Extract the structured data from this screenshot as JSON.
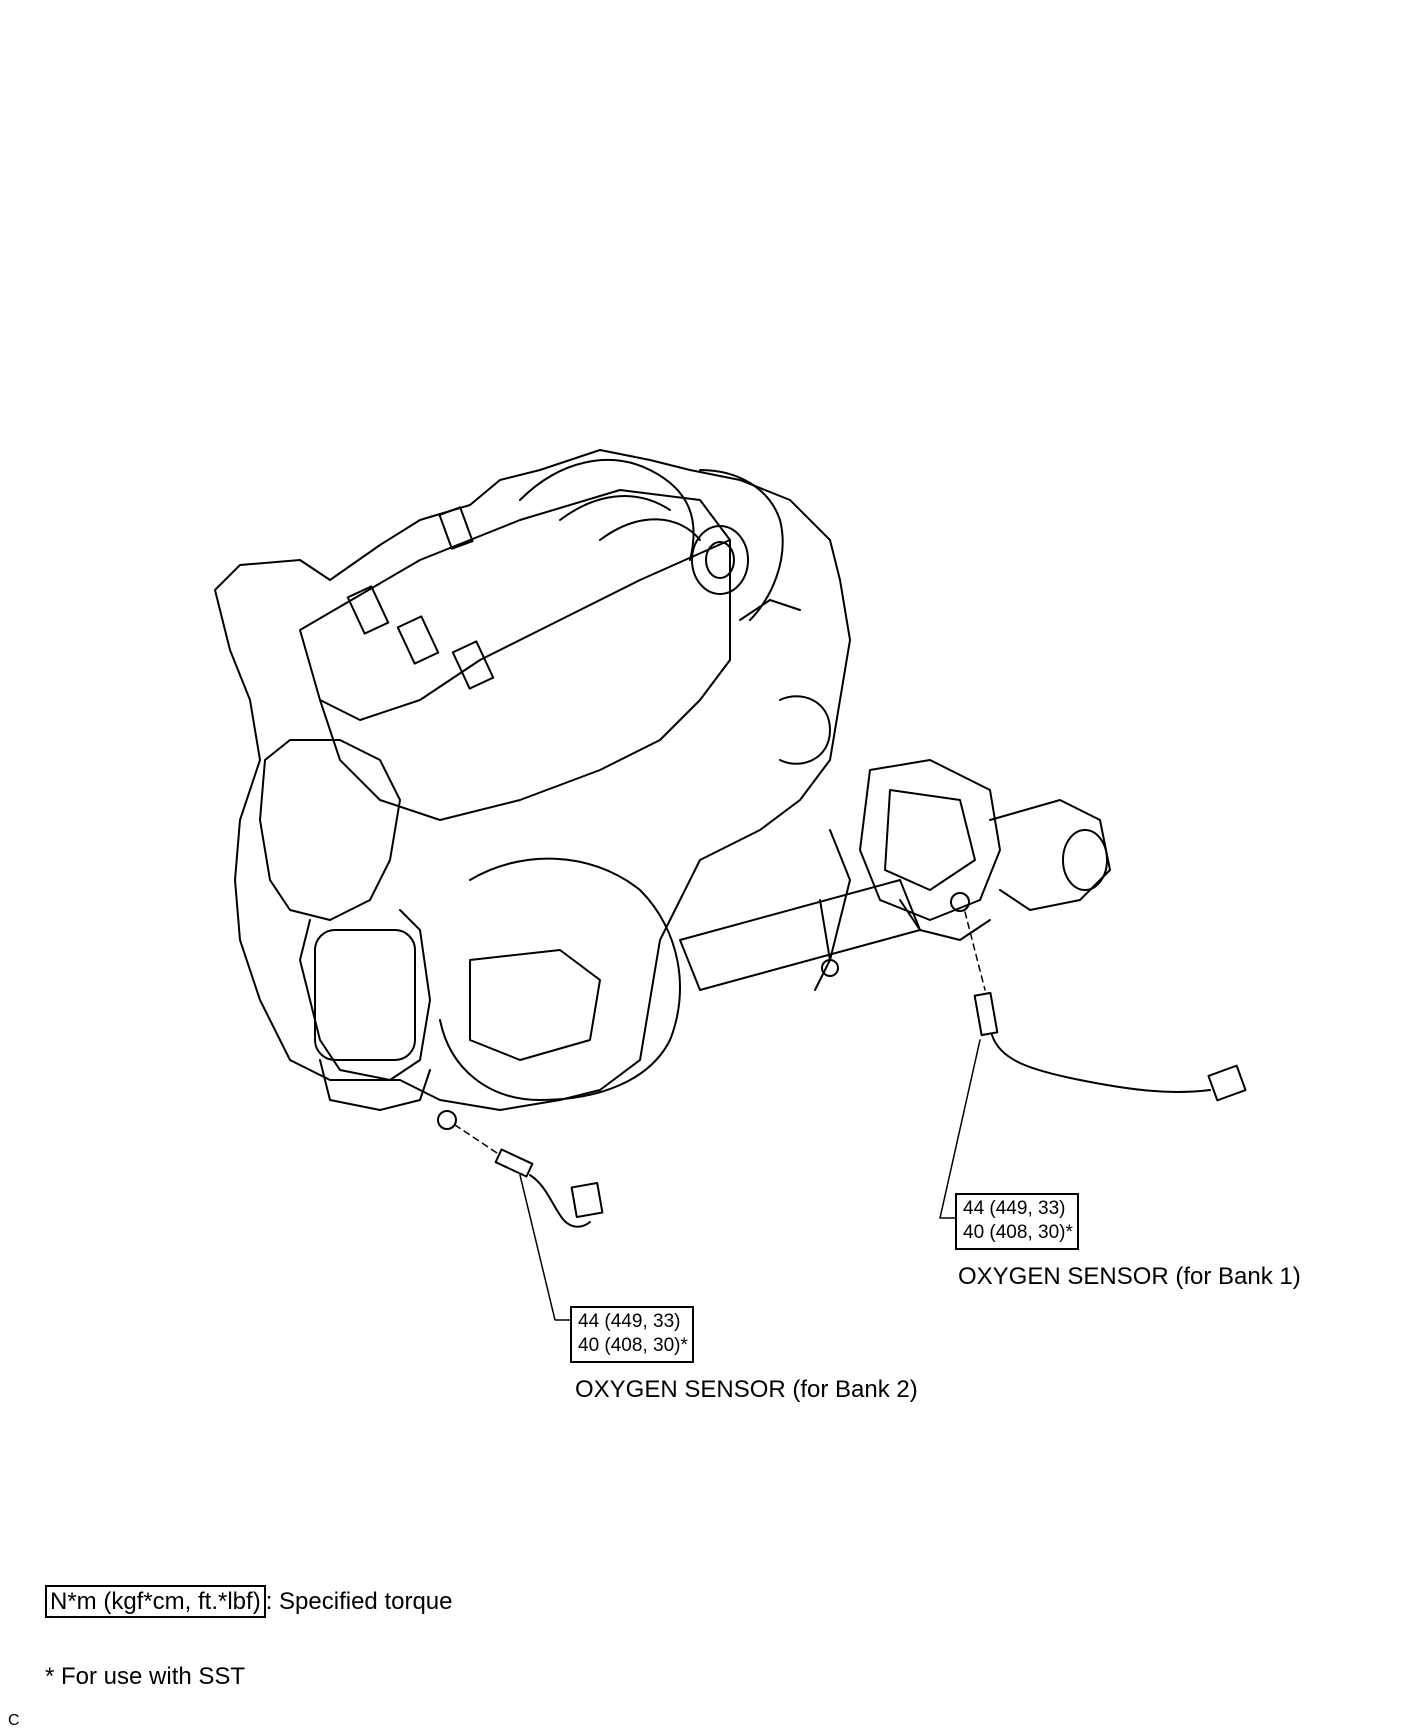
{
  "callouts": {
    "bank1": {
      "torque_line1": "44 (449, 33)",
      "torque_line2": "40 (408, 30)*",
      "name": "OXYGEN SENSOR (for Bank 1)"
    },
    "bank2": {
      "torque_line1": "44 (449, 33)",
      "torque_line2": "40 (408, 30)*",
      "name": "OXYGEN SENSOR (for Bank 2)"
    }
  },
  "legend": {
    "units": "N*m (kgf*cm, ft.*lbf)",
    "units_meaning": ": Specified torque",
    "footnote": "* For use with SST"
  },
  "figure_code": "C"
}
